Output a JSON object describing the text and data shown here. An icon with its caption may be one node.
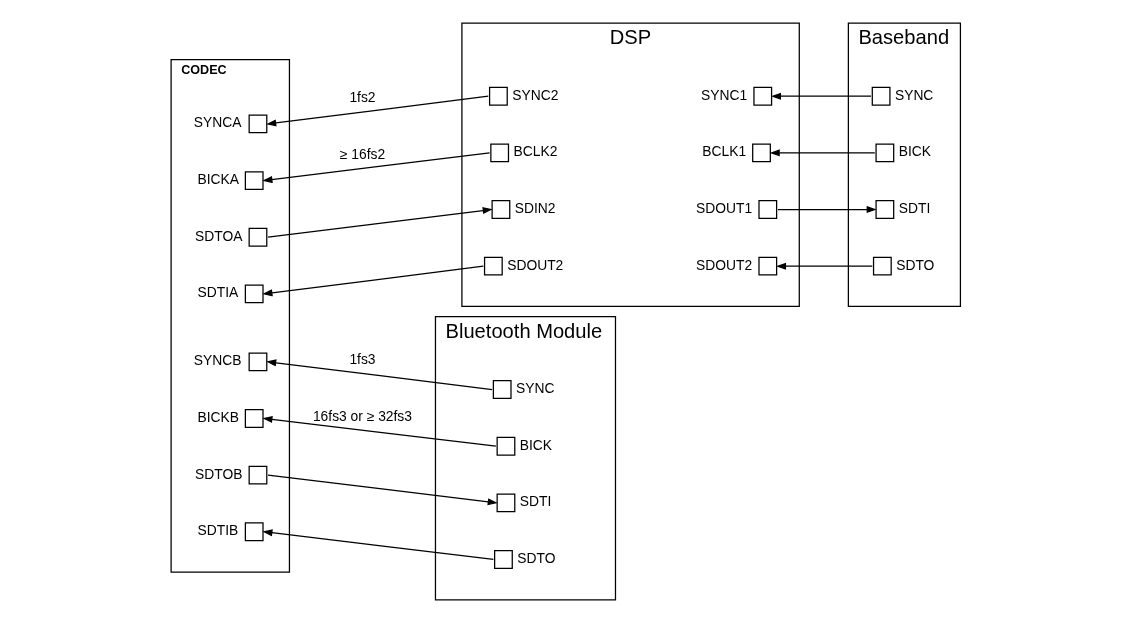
{
  "diagram": {
    "nodes": [
      {
        "text": [
          "CODEC"
        ]
      },
      {
        "text": [
          "DSP"
        ]
      },
      {
        "text": [
          "Baseband"
        ]
      },
      {
        "text": [
          "Bluetooth Module"
        ]
      },
      {
        "text": [],
        "shape": "box",
        "beside": [
          "SYNCA"
        ],
        "in": 0
      },
      {
        "text": [],
        "shape": "box",
        "beside": [
          "BICKA"
        ],
        "in": 0
      },
      {
        "text": [],
        "shape": "box",
        "beside": [
          "SDTOA"
        ],
        "in": 0
      },
      {
        "text": [],
        "shape": "box",
        "beside": [
          "SDTIA"
        ],
        "in": 0
      },
      {
        "text": [],
        "shape": "box",
        "beside": [
          "SYNCB"
        ],
        "in": 0
      },
      {
        "text": [],
        "shape": "box",
        "beside": [
          "BICKB"
        ],
        "in": 0
      },
      {
        "text": [],
        "shape": "box",
        "beside": [
          "SDTOB"
        ],
        "in": 0
      },
      {
        "text": [],
        "shape": "box",
        "beside": [
          "SDTIB"
        ],
        "in": 0
      },
      {
        "text": [],
        "shape": "box",
        "beside": [
          "SYNC2"
        ],
        "in": 1
      },
      {
        "text": [],
        "shape": "box",
        "beside": [
          "BCLK2"
        ],
        "in": 1
      },
      {
        "text": [],
        "shape": "box",
        "beside": [
          "SDIN2"
        ],
        "in": 1
      },
      {
        "text": [],
        "shape": "box",
        "beside": [
          "SDOUT2"
        ],
        "in": 1
      },
      {
        "text": [],
        "shape": "box",
        "beside": [
          "SYNC1"
        ],
        "in": 1
      },
      {
        "text": [],
        "shape": "box",
        "beside": [
          "BCLK1"
        ],
        "in": 1
      },
      {
        "text": [],
        "shape": "box",
        "beside": [
          "SDOUT1"
        ],
        "in": 1
      },
      {
        "text": [],
        "shape": "box",
        "beside": [
          "SDOUT2"
        ],
        "in": 1
      },
      {
        "text": [],
        "shape": "box",
        "beside": [
          "SYNC"
        ],
        "in": 2
      },
      {
        "text": [],
        "shape": "box",
        "beside": [
          "BICK"
        ],
        "in": 2
      },
      {
        "text": [],
        "shape": "box",
        "beside": [
          "SDTI"
        ],
        "in": 2
      },
      {
        "text": [],
        "shape": "box",
        "beside": [
          "SDTO"
        ],
        "in": 2
      },
      {
        "text": [],
        "shape": "box",
        "beside": [
          "SYNC"
        ],
        "in": 3
      },
      {
        "text": [],
        "shape": "box",
        "beside": [
          "BICK"
        ],
        "in": 3
      },
      {
        "text": [],
        "shape": "box",
        "beside": [
          "SDTI"
        ],
        "in": 3
      },
      {
        "text": [],
        "shape": "box",
        "beside": [
          "SDTO"
        ],
        "in": 3
      }
    ],
    "edges": [
      {
        "from": 12,
        "to": 4,
        "arrow": "to",
        "label": "1fs2"
      },
      {
        "from": 13,
        "to": 5,
        "arrow": "to",
        "label": "≥ 16fs2"
      },
      {
        "from": 6,
        "to": 14,
        "arrow": "to"
      },
      {
        "from": 15,
        "to": 7,
        "arrow": "to"
      },
      {
        "from": 20,
        "to": 16,
        "arrow": "to"
      },
      {
        "from": 21,
        "to": 17,
        "arrow": "to"
      },
      {
        "from": 18,
        "to": 22,
        "arrow": "to"
      },
      {
        "from": 23,
        "to": 19,
        "arrow": "to"
      },
      {
        "from": 24,
        "to": 8,
        "arrow": "to",
        "label": "1fs3"
      },
      {
        "from": 25,
        "to": 9,
        "arrow": "to",
        "label": "16fs3 or ≥ 32fs3"
      },
      {
        "from": 10,
        "to": 26,
        "arrow": "to"
      },
      {
        "from": 27,
        "to": 11,
        "arrow": "to"
      }
    ]
  }
}
